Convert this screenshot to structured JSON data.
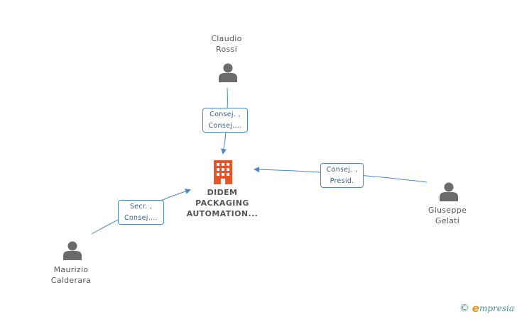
{
  "company": {
    "name_line1": "DIDEM",
    "name_line2": "PACKAGING",
    "name_line3": "AUTOMATION...",
    "icon": "building-icon",
    "color": "#e8552a"
  },
  "persons": [
    {
      "id": "claudio",
      "first": "Claudio",
      "last": "Rossi",
      "icon": "person-icon"
    },
    {
      "id": "giuseppe",
      "first": "Giuseppe",
      "last": "Gelati",
      "icon": "person-icon"
    },
    {
      "id": "maurizio",
      "first": "Maurizio",
      "last": "Calderara",
      "icon": "person-icon"
    }
  ],
  "relations": [
    {
      "from": "claudio",
      "line1": "Consej. ,",
      "line2": "Consej...."
    },
    {
      "from": "giuseppe",
      "line1": "Consej. ,",
      "line2": "Presid."
    },
    {
      "from": "maurizio",
      "line1": "Secr. ,",
      "line2": "Consej...."
    }
  ],
  "colors": {
    "edge": "#4a86c8",
    "person": "#6b6b6b",
    "label_text": "#555555"
  },
  "footer": {
    "copyright": "©",
    "brand_initial": "e",
    "brand_rest": "mpresia"
  }
}
